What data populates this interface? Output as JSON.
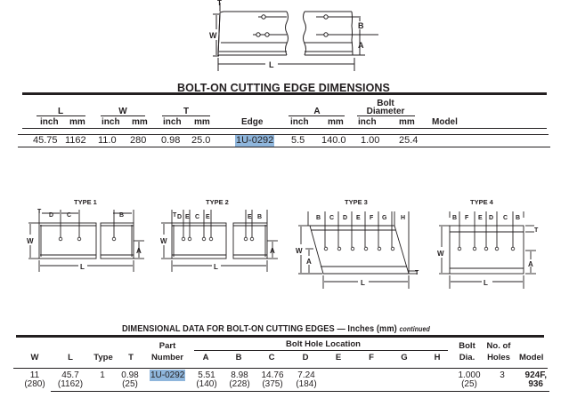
{
  "top_diagram": {
    "labels": {
      "T": "T",
      "W": "W",
      "B": "B",
      "A": "A",
      "L": "L"
    }
  },
  "table1": {
    "title": "BOLT-ON CUTTING EDGE DIMENSIONS",
    "group_headers": {
      "L": "L",
      "W": "W",
      "T": "T",
      "A": "A",
      "bolt_diameter": [
        "Bolt",
        "Diameter"
      ]
    },
    "sub_headers": {
      "inch": "inch",
      "mm": "mm"
    },
    "columns": {
      "edge": "Edge",
      "model": "Model"
    },
    "rows": [
      {
        "L_inch": "45.75",
        "L_mm": "1162",
        "W_inch": "11.0",
        "W_mm": "280",
        "T_inch": "0.98",
        "T_mm": "25.0",
        "edge": "1U-0292",
        "A_inch": "5.5",
        "A_mm": "140.0",
        "bolt_inch": "1.00",
        "bolt_mm": "25.4",
        "model": ""
      }
    ],
    "highlight_color": "#8fb6dc"
  },
  "type_diagrams": [
    {
      "title": "TYPE 1",
      "dims": [
        "T",
        "D",
        "C",
        "B"
      ],
      "labels": {
        "W": "W",
        "A": "A",
        "L": "L"
      }
    },
    {
      "title": "TYPE 2",
      "dims": [
        "T",
        "D",
        "E",
        "C",
        "E",
        "E",
        "B"
      ],
      "labels": {
        "W": "W",
        "A": "A",
        "L": "L"
      }
    },
    {
      "title": "TYPE 3",
      "dims": [
        "B",
        "C",
        "D",
        "E",
        "F",
        "G",
        "H"
      ],
      "labels": {
        "W": "W",
        "A": "A",
        "L": "L",
        "T": "T"
      }
    },
    {
      "title": "TYPE 4",
      "dims": [
        "B",
        "F",
        "E",
        "D",
        "C",
        "B"
      ],
      "labels": {
        "W": "W",
        "A": "A",
        "L": "L",
        "T": "T"
      }
    }
  ],
  "table2": {
    "title": "DIMENSIONAL DATA FOR BOLT-ON CUTTING EDGES — Inches (mm)",
    "title_suffix": "continued",
    "headers": {
      "W": "W",
      "L": "L",
      "type": "Type",
      "T": "T",
      "part_number": [
        "Part",
        "Number"
      ],
      "bolt_hole_location": "Bolt Hole Location",
      "holes": [
        "A",
        "B",
        "C",
        "D",
        "E",
        "F",
        "G",
        "H"
      ],
      "bolt_dia": [
        "Bolt",
        "Dia."
      ],
      "no_of_holes": [
        "No. of",
        "Holes"
      ],
      "model": "Model"
    },
    "rows": [
      {
        "W": [
          "11",
          "(280)"
        ],
        "L": [
          "45.7",
          "(1162)"
        ],
        "type": "1",
        "T": [
          "0.98",
          "(25)"
        ],
        "part_number": "1U-0292",
        "A": [
          "5.51",
          "(140)"
        ],
        "B": [
          "8.98",
          "(228)"
        ],
        "C": [
          "14.76",
          "(375)"
        ],
        "D": [
          "7.24",
          "(184)"
        ],
        "E": [
          "",
          ""
        ],
        "F": [
          "",
          ""
        ],
        "G": [
          "",
          ""
        ],
        "H": [
          "",
          ""
        ],
        "bolt_dia": [
          "1.000",
          "(25)"
        ],
        "no_of_holes": "3",
        "model": [
          "924F,",
          "936"
        ]
      }
    ]
  }
}
